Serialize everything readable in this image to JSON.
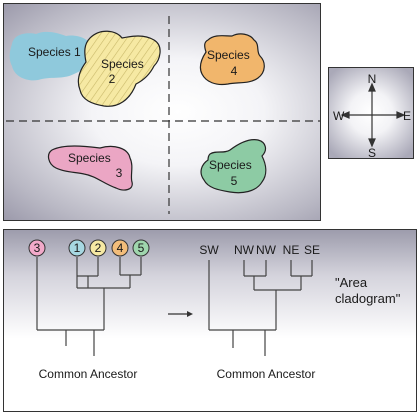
{
  "map": {
    "species": [
      {
        "label": "Species 1",
        "color": "#8fc9dc"
      },
      {
        "label": "Species",
        "label2": "2",
        "color": "#f6e9a3"
      },
      {
        "label": "Species",
        "label2": "3",
        "color": "#eba6c4"
      },
      {
        "label": "Species",
        "label2": "4",
        "color": "#f1b66c"
      },
      {
        "label": "Species",
        "label2": "5",
        "color": "#8dcba4"
      }
    ]
  },
  "compass": {
    "n": "N",
    "s": "S",
    "e": "E",
    "w": "W"
  },
  "species_cladogram": {
    "nodes": [
      {
        "label": "3",
        "color": "#f2a9c9"
      },
      {
        "label": "1",
        "color": "#a7d8e2"
      },
      {
        "label": "2",
        "color": "#f6e9a3"
      },
      {
        "label": "4",
        "color": "#f3bd7a"
      },
      {
        "label": "5",
        "color": "#9fd6ad"
      }
    ],
    "root_label": "Common Ancestor"
  },
  "area_cladogram": {
    "tips": [
      "SW",
      "NW",
      "NW",
      "NE",
      "SE"
    ],
    "root_label": "Common Ancestor",
    "caption_line1": "\"Area",
    "caption_line2": "cladogram\""
  }
}
